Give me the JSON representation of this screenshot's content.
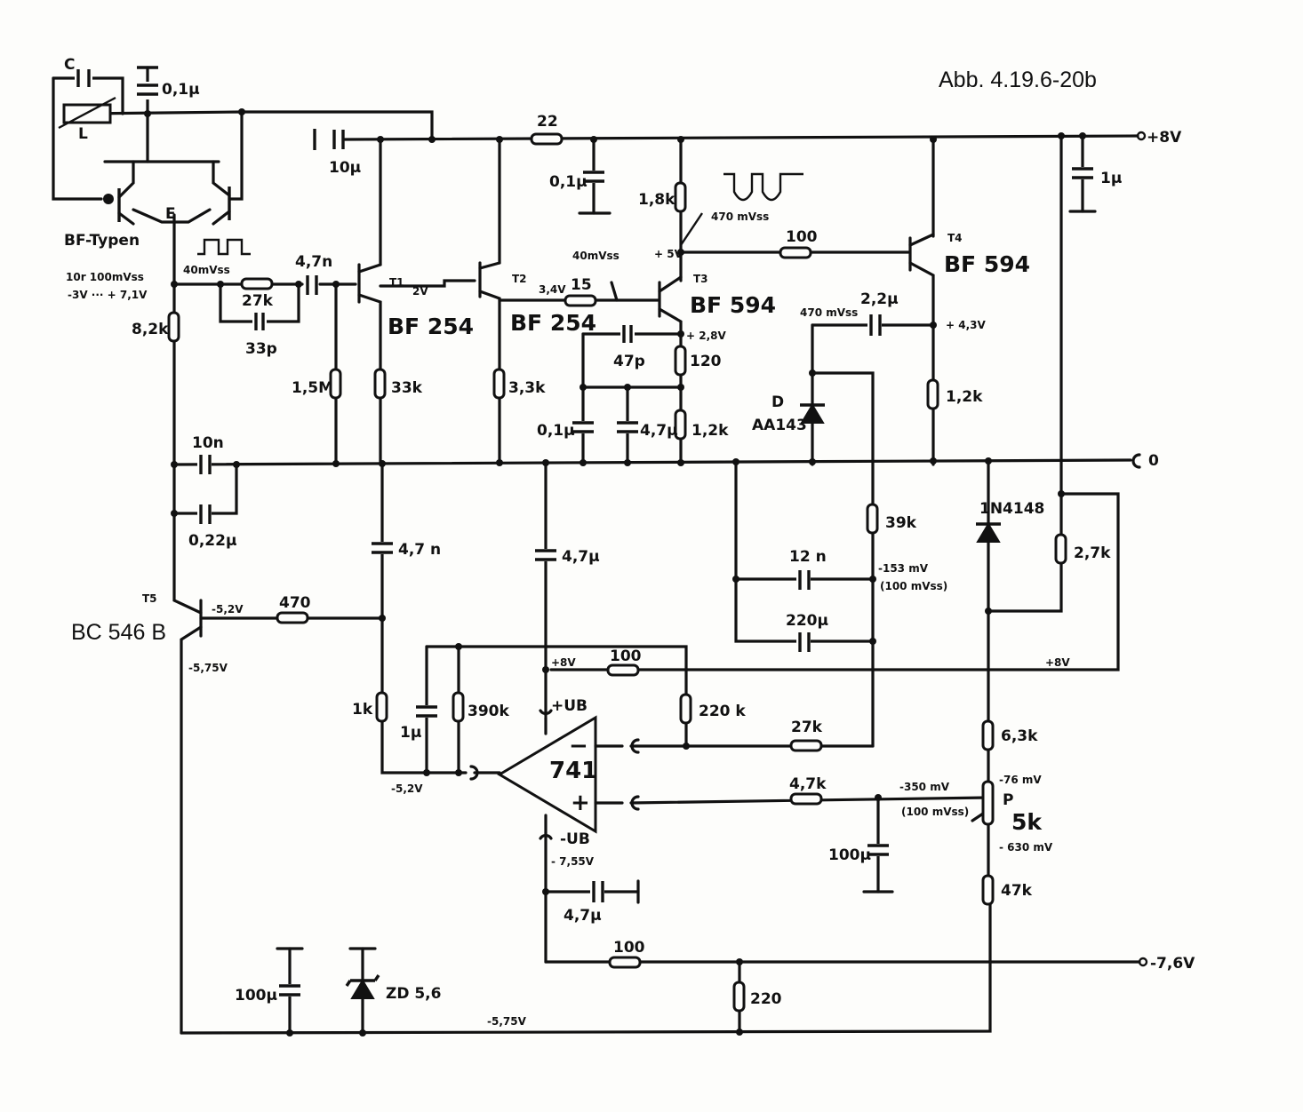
{
  "figure_label": "Abb. 4.19.6-20b",
  "rails": {
    "plus8": "+8V",
    "zero": "0",
    "minus76": "-7,6V"
  },
  "oscillator": {
    "c_label": "C",
    "l_label": "L",
    "cap_01u": "0,1µ",
    "e_label": "E",
    "types_label": "BF-Typen",
    "freq_note": "10r 100mVss",
    "bias_note": "-3V ··· + 7,1V",
    "amp_note": "40mVss"
  },
  "components": {
    "c_10u_top": "10µ",
    "r_22": "22",
    "c_01u_decouple": "0,1µ",
    "r_1k8": "1,8k",
    "wave_470": "470 mVss",
    "node_5v": "+ 5V",
    "r_100_t4": "100",
    "t4_name": "T4",
    "t4_type": "BF 594",
    "c_1u_rail": "1µ",
    "c_4n7_in": "4,7n",
    "r_27k_in": "27k",
    "c_33p": "33p",
    "r_8k2": "8,2k",
    "t1_name": "T1",
    "t1_type": "BF 254",
    "t1_2v": "2V",
    "t2_name": "T2",
    "t2_type": "BF 254",
    "t2_3v4": "3,4V",
    "r_15": "15",
    "amp_40": "40mVss",
    "t3_name": "T3",
    "t3_type": "BF 594",
    "node_2v8": "+ 2,8V",
    "c_47p": "47p",
    "r_120": "120",
    "amp_470b": "470 mVss",
    "c_2u2": "2,2µ",
    "node_4v3": "+ 4,3V",
    "r_1M5": "1,5M",
    "r_33k": "33k",
    "r_3k3": "3,3k",
    "c_01u_t3": "0,1µ",
    "c_4u7_t3": "4,7µ",
    "r_1k2_t3": "1,2k",
    "d_name": "D",
    "d_type": "AA143",
    "r_1k2_t4": "1,2k",
    "c_10n": "10n",
    "c_022u": "0,22µ",
    "c_4n7_mid": "4,7 n",
    "c_4u7_mid": "4,7µ",
    "r_39k": "39k",
    "c_12n": "12 n",
    "v_153": "-153 mV",
    "v_153_pp": "(100 mVss)",
    "c_220u": "220µ",
    "d_1n4148": "1N4148",
    "r_2k7": "2,7k",
    "rail_8v_right": "+8V",
    "t5_name": "T5",
    "t5_type": "BC 546 B",
    "v_5v2_t5": "-5,2V",
    "r_470": "470",
    "v_5v75_t5": "-5,75V",
    "op_8v": "+8V",
    "r_100_op": "100",
    "ub_plus": "+UB",
    "r_1k": "1k",
    "c_1u_op": "1µ",
    "r_390k": "390k",
    "r_220k": "220 k",
    "r_27k_fb": "27k",
    "op_type": "741",
    "op_minus": "−",
    "op_plus": "+",
    "v_5v2_op": "-5,2V",
    "ub_minus": "-UB",
    "v_755": "- 7,55V",
    "c_4u7_neg": "4,7µ",
    "r_4k7": "4,7k",
    "v_350": "-350 mV",
    "v_350_pp": "(100 mVss)",
    "c_100u_op": "100µ",
    "r_6k3": "6,3k",
    "v_76": "-76 mV",
    "p_name": "P",
    "p_value": "5k",
    "v_630": "- 630 mV",
    "r_47k": "47k",
    "r_100_bot": "100",
    "r_220": "220",
    "c_100u_bot": "100µ",
    "zd": "ZD 5,6",
    "v_5v75_bot": "-5,75V"
  }
}
